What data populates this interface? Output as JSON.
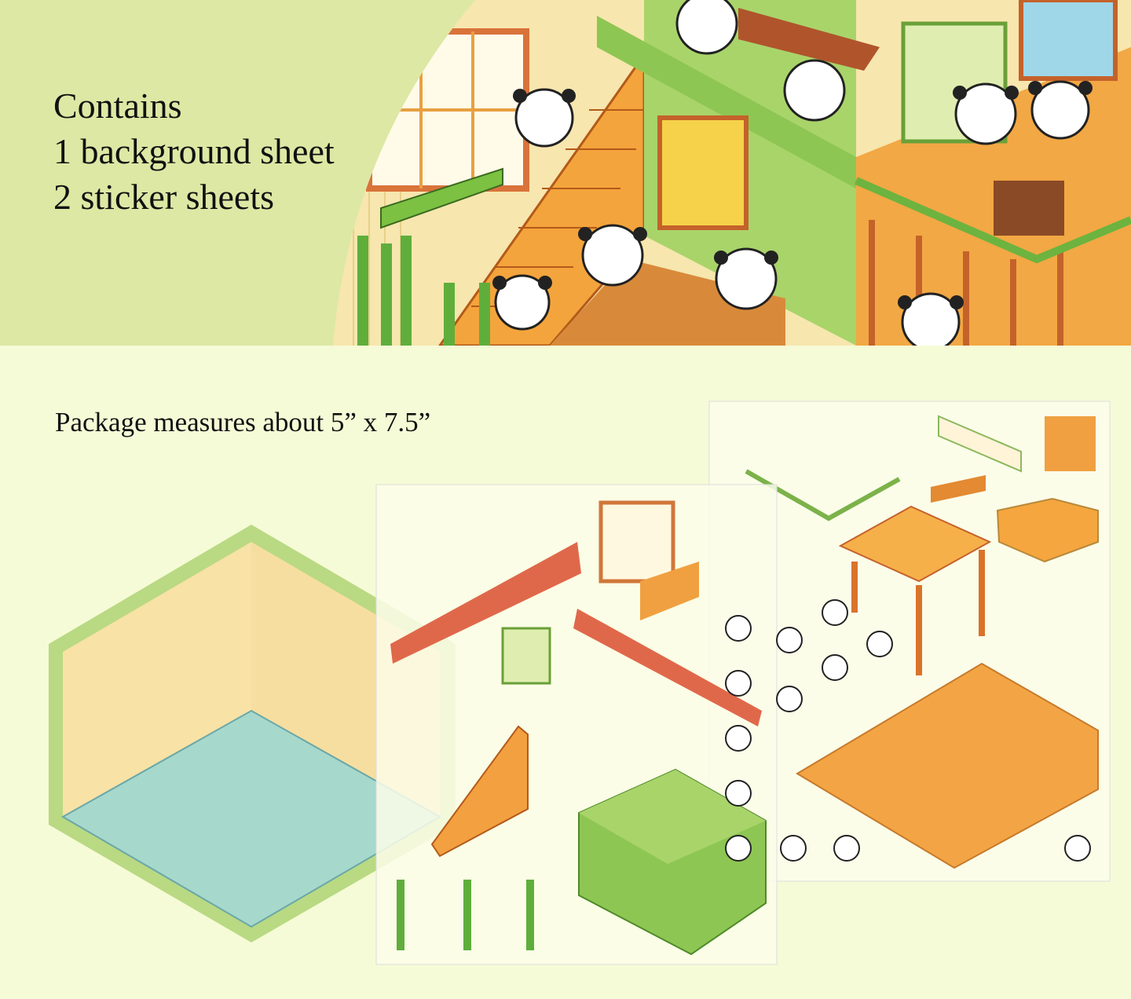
{
  "heading": {
    "line1": "Contains",
    "line2": "1 background sheet",
    "line3": "2 sticker sheets"
  },
  "package_note": "Package measures about 5” x 7.5”",
  "colors": {
    "top_background": "#dde8a4",
    "bottom_background": "#f5fbd6",
    "wall": "#f6e2a8",
    "floor_water": "#a8d8cc",
    "green_frame": "#a8cf6a",
    "orange": "#f0a040",
    "roof_tile": "#e0684a"
  }
}
